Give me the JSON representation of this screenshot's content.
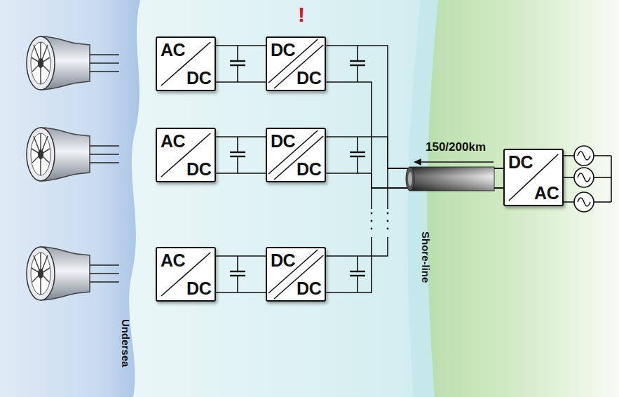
{
  "diagram": {
    "nodes": [
      {
        "text": [
          "AC",
          "DC"
        ]
      },
      {
        "text": [
          "DC",
          "DC"
        ]
      },
      {
        "text": [
          "AC",
          "DC"
        ]
      },
      {
        "text": [
          "DC",
          "DC"
        ]
      },
      {
        "text": [
          "AC",
          "DC"
        ]
      },
      {
        "text": [
          "DC",
          "DC"
        ]
      },
      {
        "text": [
          "DC",
          "AC"
        ]
      }
    ],
    "edges": [
      {
        "from": 0,
        "to": 1,
        "arrow": "none"
      },
      {
        "from": 2,
        "to": 3,
        "arrow": "none"
      },
      {
        "from": 4,
        "to": 5,
        "arrow": "none"
      },
      {
        "from": 1,
        "to": 6,
        "arrow": "none"
      },
      {
        "from": 3,
        "to": 6,
        "arrow": "none"
      },
      {
        "from": 5,
        "to": 6,
        "arrow": "none"
      }
    ],
    "labels": [
      "!",
      "150/200km",
      "Undersea",
      "Shore-line"
    ]
  }
}
